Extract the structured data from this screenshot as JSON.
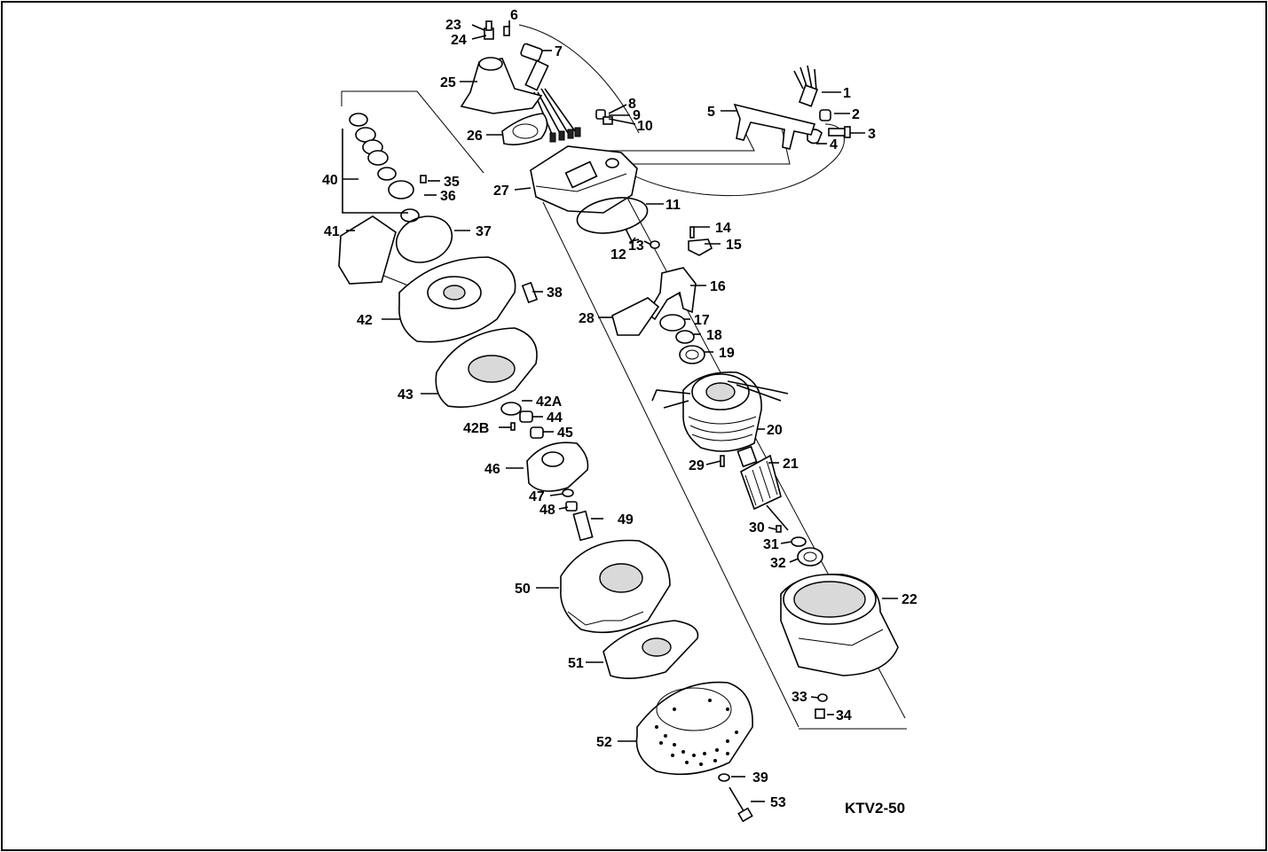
{
  "drawing_code": "KTV2-50",
  "callouts": [
    {
      "id": "1",
      "text": "1"
    },
    {
      "id": "2",
      "text": "2"
    },
    {
      "id": "3",
      "text": "3"
    },
    {
      "id": "4",
      "text": "4"
    },
    {
      "id": "5",
      "text": "5"
    },
    {
      "id": "6",
      "text": "6"
    },
    {
      "id": "7",
      "text": "7"
    },
    {
      "id": "8",
      "text": "8"
    },
    {
      "id": "9",
      "text": "9"
    },
    {
      "id": "10",
      "text": "10"
    },
    {
      "id": "11",
      "text": "11"
    },
    {
      "id": "12",
      "text": "12"
    },
    {
      "id": "13",
      "text": "13"
    },
    {
      "id": "14",
      "text": "14"
    },
    {
      "id": "15",
      "text": "15"
    },
    {
      "id": "16",
      "text": "16"
    },
    {
      "id": "17",
      "text": "17"
    },
    {
      "id": "18",
      "text": "18"
    },
    {
      "id": "19",
      "text": "19"
    },
    {
      "id": "20",
      "text": "20"
    },
    {
      "id": "21",
      "text": "21"
    },
    {
      "id": "22",
      "text": "22"
    },
    {
      "id": "23",
      "text": "23"
    },
    {
      "id": "24",
      "text": "24"
    },
    {
      "id": "25",
      "text": "25"
    },
    {
      "id": "26",
      "text": "26"
    },
    {
      "id": "27",
      "text": "27"
    },
    {
      "id": "28",
      "text": "28"
    },
    {
      "id": "29",
      "text": "29"
    },
    {
      "id": "30",
      "text": "30"
    },
    {
      "id": "31",
      "text": "31"
    },
    {
      "id": "32",
      "text": "32"
    },
    {
      "id": "33",
      "text": "33"
    },
    {
      "id": "34",
      "text": "34"
    },
    {
      "id": "35",
      "text": "35"
    },
    {
      "id": "36",
      "text": "36"
    },
    {
      "id": "37",
      "text": "37"
    },
    {
      "id": "38",
      "text": "38"
    },
    {
      "id": "39",
      "text": "39"
    },
    {
      "id": "40",
      "text": "40"
    },
    {
      "id": "41",
      "text": "41"
    },
    {
      "id": "42",
      "text": "42"
    },
    {
      "id": "42A",
      "text": "42A"
    },
    {
      "id": "42B",
      "text": "42B"
    },
    {
      "id": "43",
      "text": "43"
    },
    {
      "id": "44",
      "text": "44"
    },
    {
      "id": "45",
      "text": "45"
    },
    {
      "id": "46",
      "text": "46"
    },
    {
      "id": "47",
      "text": "47"
    },
    {
      "id": "48",
      "text": "48"
    },
    {
      "id": "49",
      "text": "49"
    },
    {
      "id": "50",
      "text": "50"
    },
    {
      "id": "51",
      "text": "51"
    },
    {
      "id": "52",
      "text": "52"
    },
    {
      "id": "53",
      "text": "53"
    }
  ]
}
